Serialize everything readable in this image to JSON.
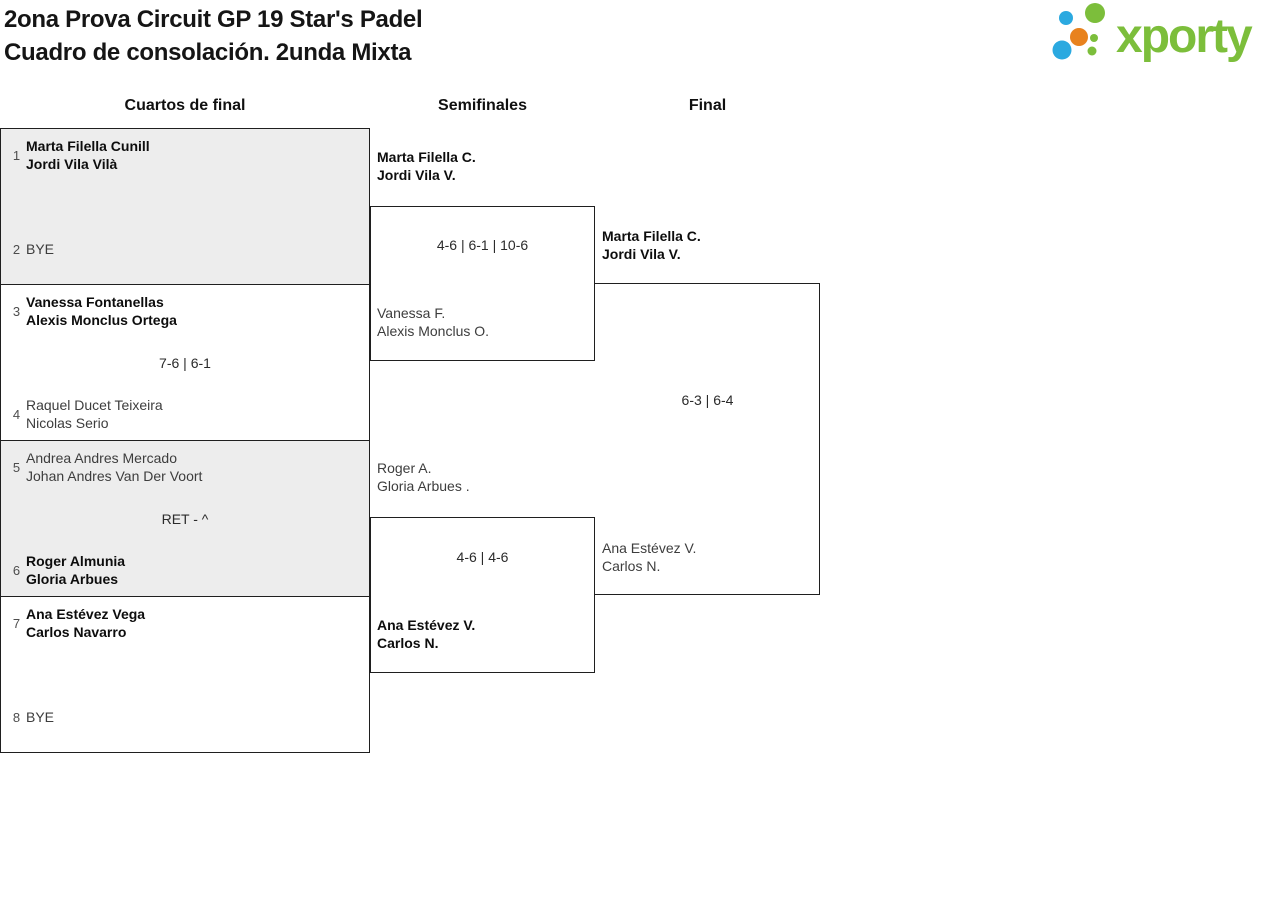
{
  "header": {
    "title_line1": "2ona Prova Circuit GP 19 Star's Padel",
    "title_line2": "Cuadro de consolación. 2unda Mixta"
  },
  "logo": {
    "text": "xporty",
    "colors": {
      "green": "#7cbe3b",
      "blue": "#2ba9e0",
      "orange": "#e8821e"
    }
  },
  "round_headers": {
    "quarterfinals": "Cuartos de final",
    "semifinals": "Semifinales",
    "final": "Final"
  },
  "ui_colors": {
    "box_gray": "#ededed",
    "border": "#1f1f1f",
    "background": "#ffffff"
  },
  "qf": [
    {
      "seed_top": "1",
      "top1": "Marta Filella Cunill",
      "top2": "Jordi Vila Vilà",
      "score": "",
      "seed_bottom": "2",
      "bottom1": "BYE",
      "bottom2": "",
      "winner": "top"
    },
    {
      "seed_top": "3",
      "top1": "Vanessa Fontanellas",
      "top2": "Alexis Monclus Ortega",
      "score": "7-6 | 6-1",
      "seed_bottom": "4",
      "bottom1": "Raquel Ducet Teixeira",
      "bottom2": "Nicolas Serio",
      "winner": "top"
    },
    {
      "seed_top": "5",
      "top1": "Andrea Andres Mercado",
      "top2": "Johan Andres Van Der Voort",
      "score": "RET - ^",
      "seed_bottom": "6",
      "bottom1": "Roger Almunia",
      "bottom2": "Gloria Arbues",
      "winner": "bottom"
    },
    {
      "seed_top": "7",
      "top1": "Ana Estévez Vega",
      "top2": "Carlos Navarro",
      "score": "",
      "seed_bottom": "8",
      "bottom1": "BYE",
      "bottom2": "",
      "winner": "top"
    }
  ],
  "sf": [
    {
      "top1": "Marta Filella C.",
      "top2": "Jordi Vila V.",
      "score": "4-6 | 6-1 | 10-6",
      "bottom1": "Vanessa F.",
      "bottom2": "Alexis Monclus O.",
      "winner": "top"
    },
    {
      "top1": "Roger A.",
      "top2": "Gloria Arbues .",
      "score": "4-6 | 4-6",
      "bottom1": "Ana Estévez V.",
      "bottom2": "Carlos N.",
      "winner": "bottom"
    }
  ],
  "final": {
    "top1": "Marta Filella C.",
    "top2": "Jordi Vila V.",
    "score": "6-3 | 6-4",
    "bottom1": "Ana Estévez V.",
    "bottom2": "Carlos N.",
    "winner": "top"
  }
}
